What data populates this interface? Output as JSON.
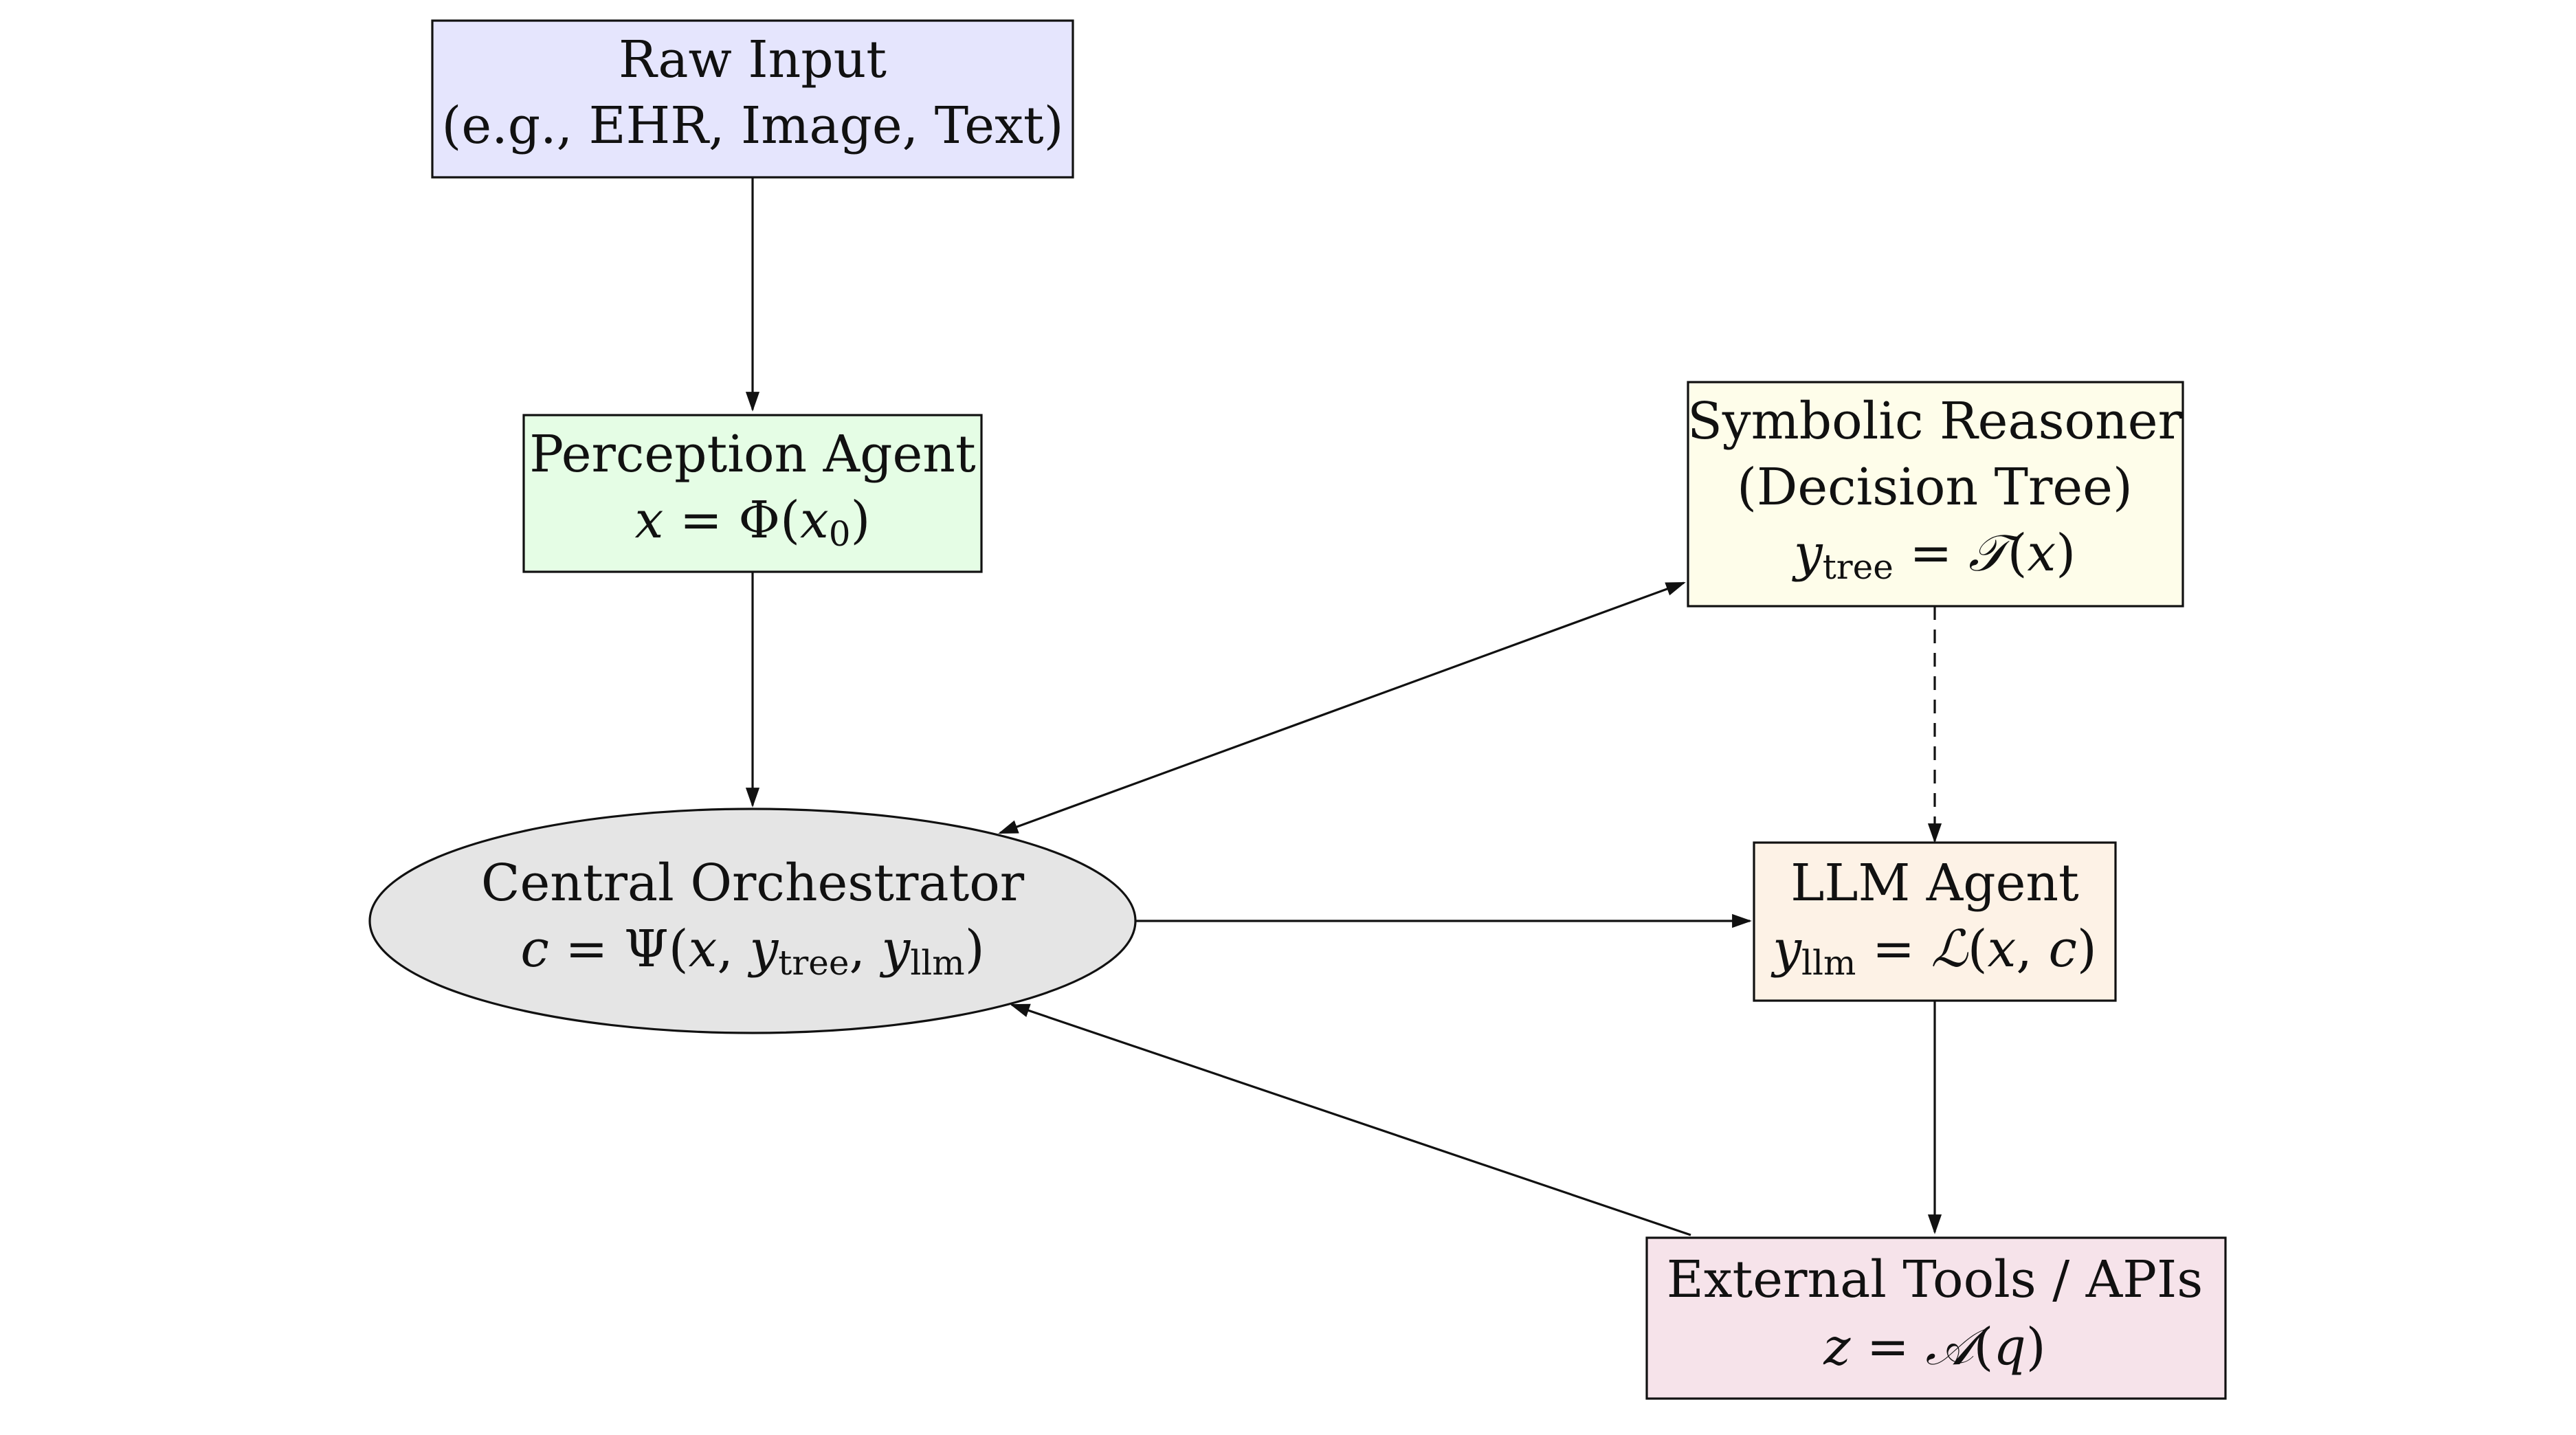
{
  "colors": {
    "raw_input_fill": "#e5e5fd",
    "perception_fill": "#e5fde5",
    "symbolic_fill": "#fefdea",
    "llm_fill": "#fdf2e6",
    "orchestrator_fill": "#e5e5e5",
    "tools_fill": "#f6e3ea",
    "stroke": "#111111"
  },
  "nodes": {
    "raw_input": {
      "title": "Raw Input",
      "subtitle": "(e.g., EHR, Image, Text)"
    },
    "perception": {
      "title": "Perception Agent",
      "formula": "x = Φ(x₀)"
    },
    "symbolic": {
      "title": "Symbolic Reasoner",
      "subtitle": "(Decision Tree)",
      "formula": "y_tree = 𝒯(x)"
    },
    "orchestrator": {
      "title": "Central Orchestrator",
      "formula": "c = Ψ(x, y_tree, y_llm)"
    },
    "llm": {
      "title": "LLM Agent",
      "formula": "y_llm = ℒ(x, c)"
    },
    "tools": {
      "title": "External Tools / APIs",
      "formula": "z = 𝒜(q)"
    }
  },
  "math_parts": {
    "x": "x",
    "eq": " = ",
    "Phi": "Φ(",
    "x0_base": "x",
    "x0_sub": "0",
    "close": ")",
    "y": "y",
    "tree": "tree",
    "llm": "llm",
    "T": "𝒯",
    "L": "ℒ",
    "A": "𝒜",
    "Psi": "Ψ(",
    "c": "c",
    "z": "z",
    "q": "q",
    "open_x": "(",
    "comma": ", "
  },
  "edges": [
    {
      "from": "raw_input",
      "to": "perception",
      "style": "solid"
    },
    {
      "from": "perception",
      "to": "orchestrator",
      "style": "solid"
    },
    {
      "from": "orchestrator",
      "to": "symbolic",
      "style": "solid",
      "bidirectional": true
    },
    {
      "from": "symbolic",
      "to": "llm",
      "style": "dashed"
    },
    {
      "from": "orchestrator",
      "to": "llm",
      "style": "solid"
    },
    {
      "from": "llm",
      "to": "tools",
      "style": "solid"
    },
    {
      "from": "tools",
      "to": "orchestrator",
      "style": "solid"
    }
  ]
}
